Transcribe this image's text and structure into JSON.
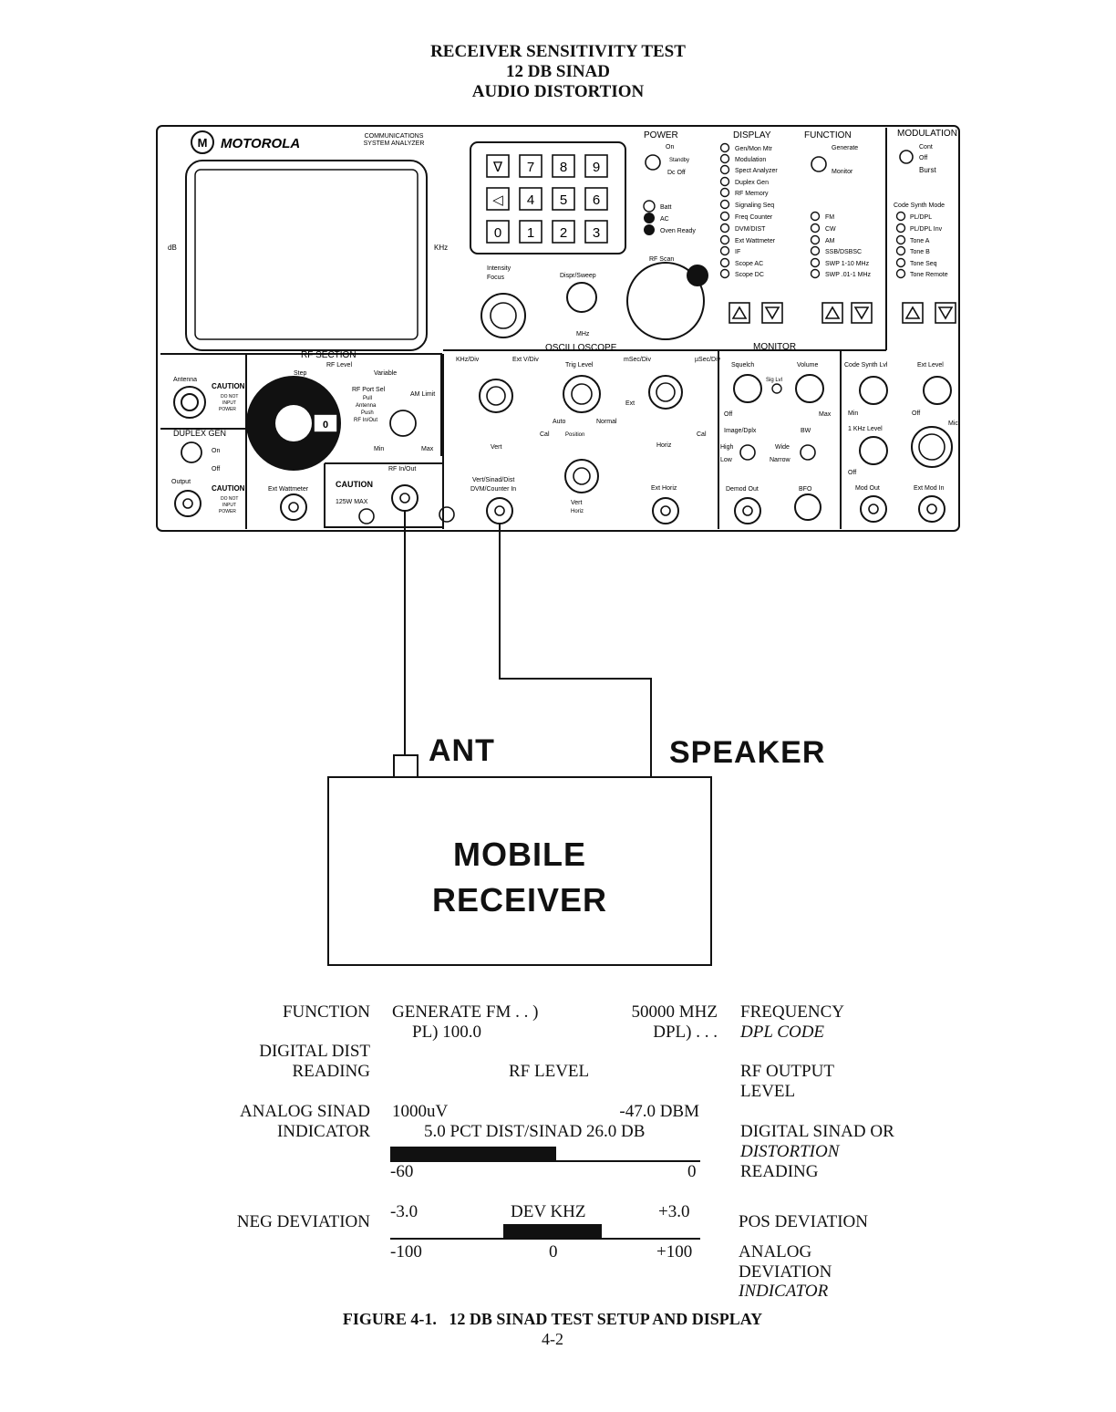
{
  "header": {
    "line1": "RECEIVER SENSITIVITY TEST",
    "line2": "12 DB SINAD",
    "line3": "AUDIO DISTORTION"
  },
  "analyzer": {
    "brand": "MOTOROLA",
    "product_line1": "COMMUNICATIONS",
    "product_line2": "SYSTEM ANALYZER",
    "screen_left": "dB",
    "screen_right": "KHz",
    "keypad": [
      "∇",
      "7",
      "8",
      "9",
      "◁",
      "4",
      "5",
      "6",
      "0",
      "1",
      "2",
      "3"
    ],
    "power": {
      "title": "POWER",
      "on": "On",
      "standby": "Standby",
      "dcoff": "Dc Off",
      "batt": "Batt",
      "ac": "AC",
      "oven": "Oven Ready"
    },
    "display": {
      "title": "DISPLAY",
      "items": [
        "Gen/Mon Mtr",
        "Modulation",
        "Spect Analyzer",
        "Duplex Gen",
        "RF Memory",
        "Signaling Seq",
        "Freq Counter",
        "DVM/DIST",
        "Ext Wattmeter",
        "IF",
        "Scope AC",
        "Scope DC"
      ]
    },
    "function": {
      "title": "FUNCTION",
      "generate": "Generate",
      "monitor": "Monitor",
      "items": [
        "FM",
        "CW",
        "AM",
        "SSB/DSBSC",
        "SWP 1-10 MHz",
        "SWP .01-1 MHz"
      ]
    },
    "modulation": {
      "title": "MODULATION",
      "cont": "Cont",
      "off": "Off",
      "burst": "Burst",
      "codesynth": "Code Synth Mode",
      "items": [
        "PL/DPL",
        "PL/DPL Inv",
        "Tone A",
        "Tone B",
        "Tone Seq",
        "Tone Remote"
      ]
    },
    "rfscan": "RF Scan",
    "intensity": "Intensity",
    "focus": "Focus",
    "dispsweep": "Dispr/Sweep",
    "mhz": "MHz",
    "rfsection": {
      "title": "RF SECTION",
      "rflevel": "RF Level",
      "step": "Step",
      "variable": "Variable",
      "portsel": "RF Port Sel",
      "pull": "Pull",
      "antenna": "Antenna",
      "push": "Push",
      "rfinout": "RF In/Out",
      "amlimit": "AM Limit",
      "min": "Min",
      "max": "Max",
      "zero": "0"
    },
    "antenna_label": "Antenna",
    "caution": "CAUTION",
    "donot": "DO NOT",
    "input": "INPUT",
    "power_word": "POWER",
    "duplex": "DUPLEX GEN",
    "on": "On",
    "off": "Off",
    "output": "Output",
    "extwatt": "Ext Wattmeter",
    "caution125": "125W MAX",
    "rfinout2": "RF In/Out",
    "oscilloscope": {
      "title": "OSCILLOSCOPE",
      "khzdiv": "KHz/Div",
      "extv": "Ext V/Div",
      "triglevel": "Trig Level",
      "msec": "mSec/Div",
      "usec": "µSec/Div",
      "auto": "Auto",
      "normal": "Normal",
      "position": "Position",
      "ext": "Ext",
      "cal": "Cal",
      "vert": "Vert",
      "horiz": "Horiz",
      "vertsinad": "Vert/Sinad/Dist",
      "dvmcounter": "DVM/Counter In",
      "vert2": "Vert",
      "horiz2": "Horiz",
      "exthoriz": "Ext Horiz"
    },
    "monitor": {
      "title": "MONITOR",
      "squelch": "Squelch",
      "volume": "Volume",
      "sigcvl": "Sig Lvl",
      "off": "Off",
      "max": "Max",
      "imagedplx": "Image/Dplx",
      "bw": "BW",
      "high": "High",
      "low": "Low",
      "wide": "Wide",
      "narrow": "Narrow",
      "demodout": "Demod Out",
      "bfo": "BFO"
    },
    "right": {
      "codesynthlvl": "Code Synth Lvl",
      "extlevel": "Ext Level",
      "min": "Min",
      "off": "Off",
      "khzlevel": "1 KHz Level",
      "mic": "Mic",
      "off2": "Off",
      "modout": "Mod Out",
      "extmodin": "Ext Mod In"
    }
  },
  "connections": {
    "ant": "ANT",
    "speaker": "SPEAKER"
  },
  "receiver": {
    "line1": "MOBILE",
    "line2": "RECEIVER"
  },
  "display_legend": {
    "function": "FUNCTION",
    "generate": "GENERATE FM . . )",
    "freq_val": "50000 MHZ",
    "frequency": "FREQUENCY",
    "pl": "PL)   100.0",
    "dpl": "DPL) . . .",
    "dplcode": "DPL CODE",
    "digital_dist_1": "DIGITAL DIST",
    "digital_dist_2": "READING",
    "rflevel": "RF LEVEL",
    "rfoutput_1": "RF OUTPUT",
    "rfoutput_2": "LEVEL",
    "analog_sinad_1": "ANALOG SINAD",
    "analog_sinad_2": "INDICATOR",
    "uv": "1000uV",
    "dbm": "-47.0 DBM",
    "pct": "5.0 PCT DIST/SINAD 26.0 DB",
    "digital_sinad_1": "DIGITAL SINAD OR",
    "digital_sinad_2": "DISTORTION",
    "digital_sinad_3": "READING",
    "scale_min": "-60",
    "scale_max": "0",
    "neg": "NEG DEVIATION",
    "m3": "-3.0",
    "devkhz": "DEV KHZ",
    "p3": "+3.0",
    "pos": "POS DEVIATION",
    "m100": "-100",
    "zero": "0",
    "p100": "+100",
    "analog_dev_1": "ANALOG",
    "analog_dev_2": "DEVIATION",
    "analog_dev_3": "INDICATOR"
  },
  "caption": "FIGURE 4-1.   12 DB SINAD TEST SETUP AND DISPLAY",
  "page_number": "4-2"
}
